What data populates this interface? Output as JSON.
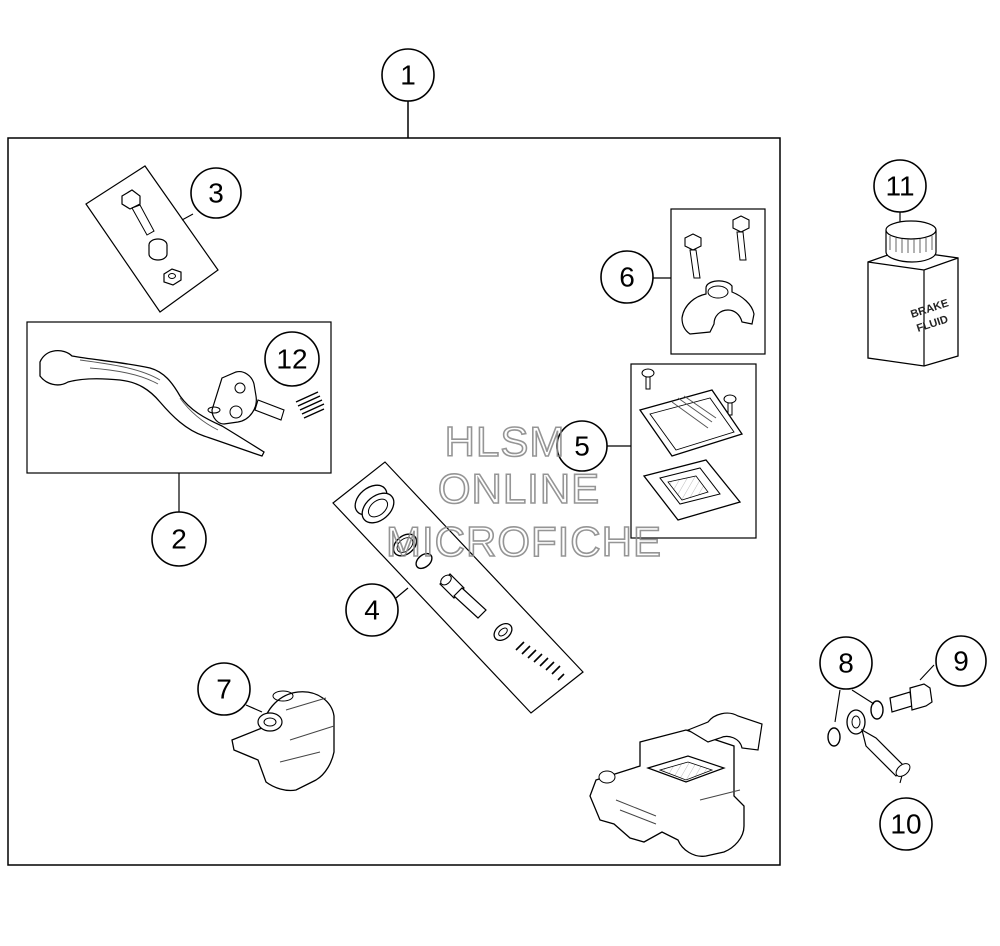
{
  "callouts": [
    "1",
    "2",
    "3",
    "4",
    "5",
    "6",
    "7",
    "8",
    "9",
    "10",
    "11",
    "12"
  ],
  "bottle_label": [
    "BRAKE",
    "FLUID"
  ],
  "watermark": [
    "HLSM",
    "ONLINE",
    "MICROFICHE"
  ]
}
